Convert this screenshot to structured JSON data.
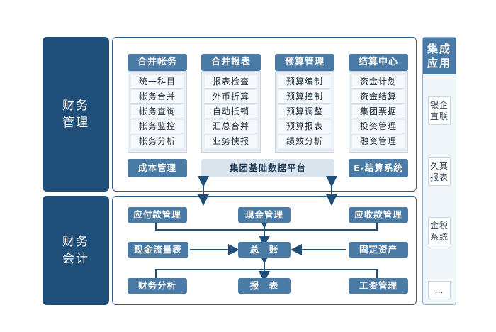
{
  "sections": {
    "management_label": "财务\n管理",
    "accounting_label": "财务\n会计"
  },
  "management": {
    "modules": [
      {
        "title": "合并帐务",
        "items": [
          "统一科目",
          "帐务合并",
          "帐务查询",
          "帐务监控",
          "帐务分析"
        ]
      },
      {
        "title": "合并报表",
        "items": [
          "报表检查",
          "外币折算",
          "自动抵销",
          "汇总合并",
          "业务快报"
        ]
      },
      {
        "title": "预算管理",
        "items": [
          "预算编制",
          "预算控制",
          "预算调整",
          "预算报表",
          "绩效分析"
        ]
      },
      {
        "title": "结算中心",
        "items": [
          "资金计划",
          "资金结算",
          "集团票据",
          "投资管理",
          "融资管理"
        ]
      }
    ],
    "cost_mgmt": "成本管理",
    "platform": "集团基础数据平台",
    "e_settlement": "E-结算系统"
  },
  "accounting": {
    "payable": "应付款管理",
    "cash": "现金管理",
    "receivable": "应收款管理",
    "cashflow": "现金流量表",
    "ledger": "总　账",
    "fixed_assets": "固定资产",
    "analysis": "财务分析",
    "report": "报　表",
    "salary": "工资管理"
  },
  "integration": {
    "title": "集成\n应用",
    "items": [
      "银企\n直联",
      "久其\n报表",
      "金税\n系统",
      "…"
    ]
  },
  "colors": {
    "dark_blue": "#1f4e79",
    "mid_blue": "#4a7ba6",
    "light_blue": "#d9e4ed"
  }
}
